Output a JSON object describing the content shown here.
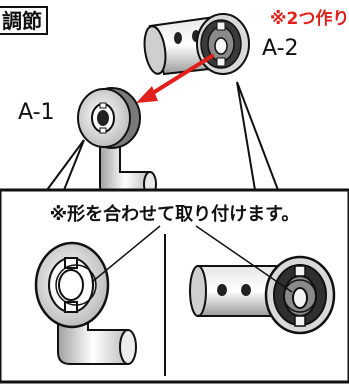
{
  "title": "調節",
  "note_red": "※2つ作り",
  "parts": {
    "a2_label": "A-2",
    "a1_label": "A-1"
  },
  "caption": "※形を合わせて取り付けます。",
  "colors": {
    "arrow": "#e0201a",
    "outline": "#111111",
    "part_fill": "#f2f2f2",
    "part_shade": "#bdbdbd"
  }
}
